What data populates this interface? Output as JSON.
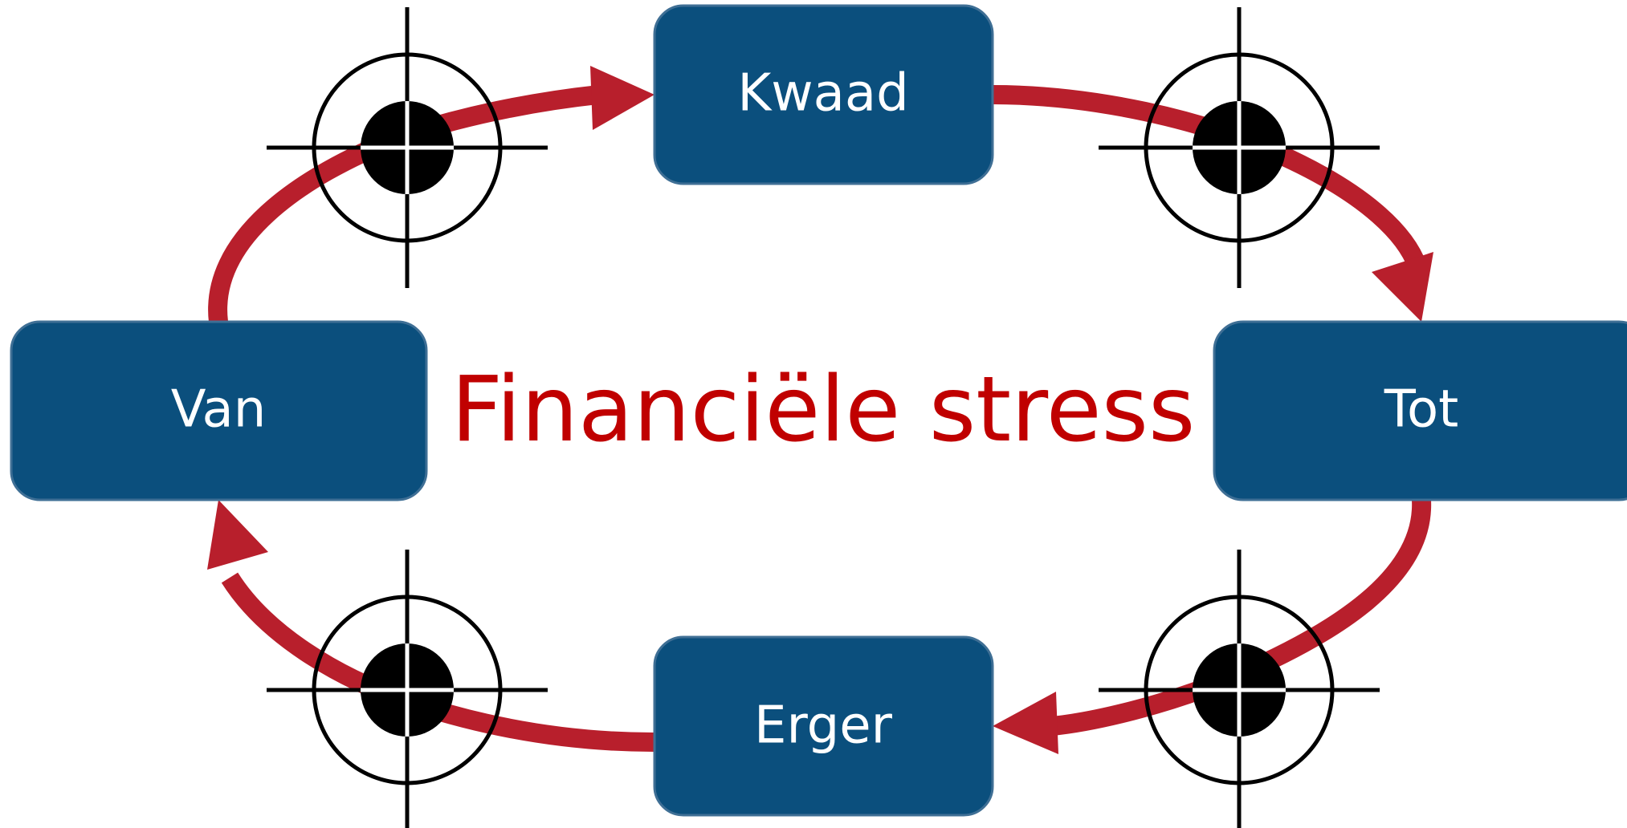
{
  "title": "Financiële stress",
  "colors": {
    "box_fill": "#0b4f7d",
    "box_stroke": "#3f6f95",
    "arrow": "#b81f2c",
    "title": "#c00000",
    "target": "#000000",
    "label": "#ffffff"
  },
  "nodes": {
    "top": {
      "label": "Kwaad"
    },
    "right": {
      "label": "Tot"
    },
    "bottom": {
      "label": "Erger"
    },
    "left": {
      "label": "Van"
    }
  },
  "icons": {
    "crosshair": "crosshair-target-icon"
  }
}
